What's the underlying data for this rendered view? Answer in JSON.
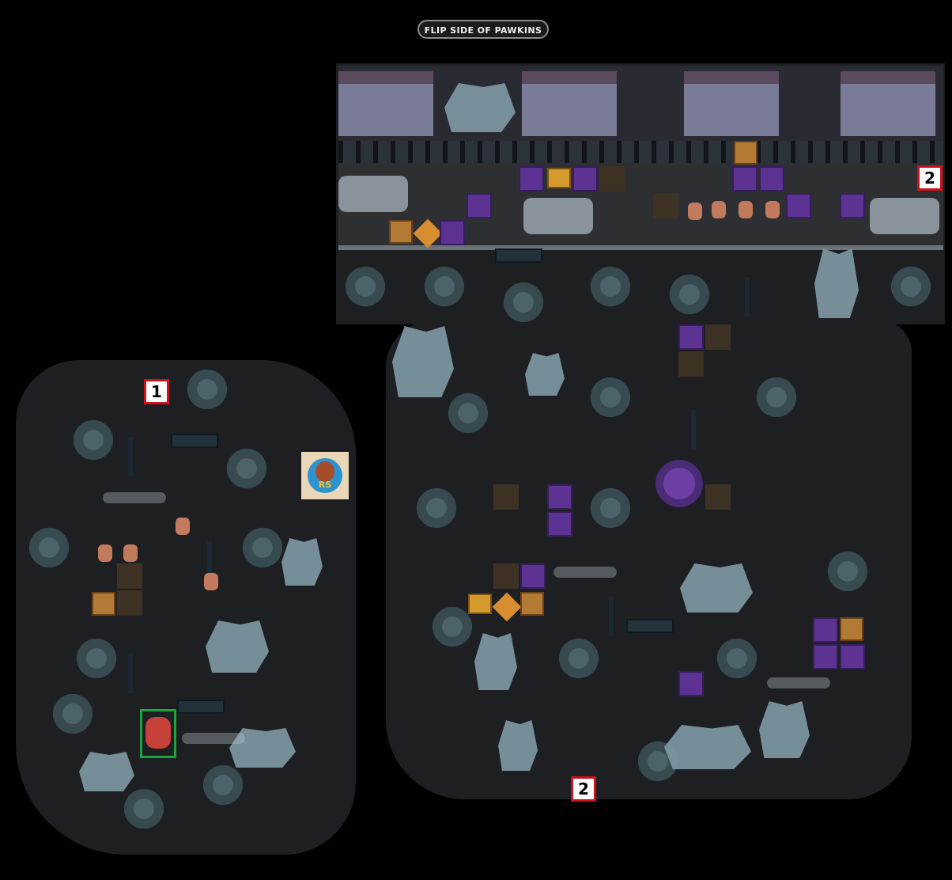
{
  "map": {
    "title": "FLIP SIDE OF PAWKINS",
    "markers": [
      {
        "id": "marker-1-left",
        "label": "1"
      },
      {
        "id": "marker-2-street",
        "label": "2"
      },
      {
        "id": "marker-2-bottom",
        "label": "2"
      }
    ],
    "badge": {
      "text": "RS"
    }
  },
  "icons": {
    "player": "player-avatar-icon",
    "badge": "monster-badge-icon",
    "chest": "treasure-chest-icon",
    "crate": "wooden-crate-icon",
    "waffle": "waffle-icon",
    "purple_block": "bat-block-icon"
  },
  "colors": {
    "background": "#000000",
    "ground": "#1e1f22",
    "player_highlight": "#1aa63b",
    "marker_border": "#d0101a",
    "purple_block": "#5c3293",
    "crate": "#b27a34"
  }
}
